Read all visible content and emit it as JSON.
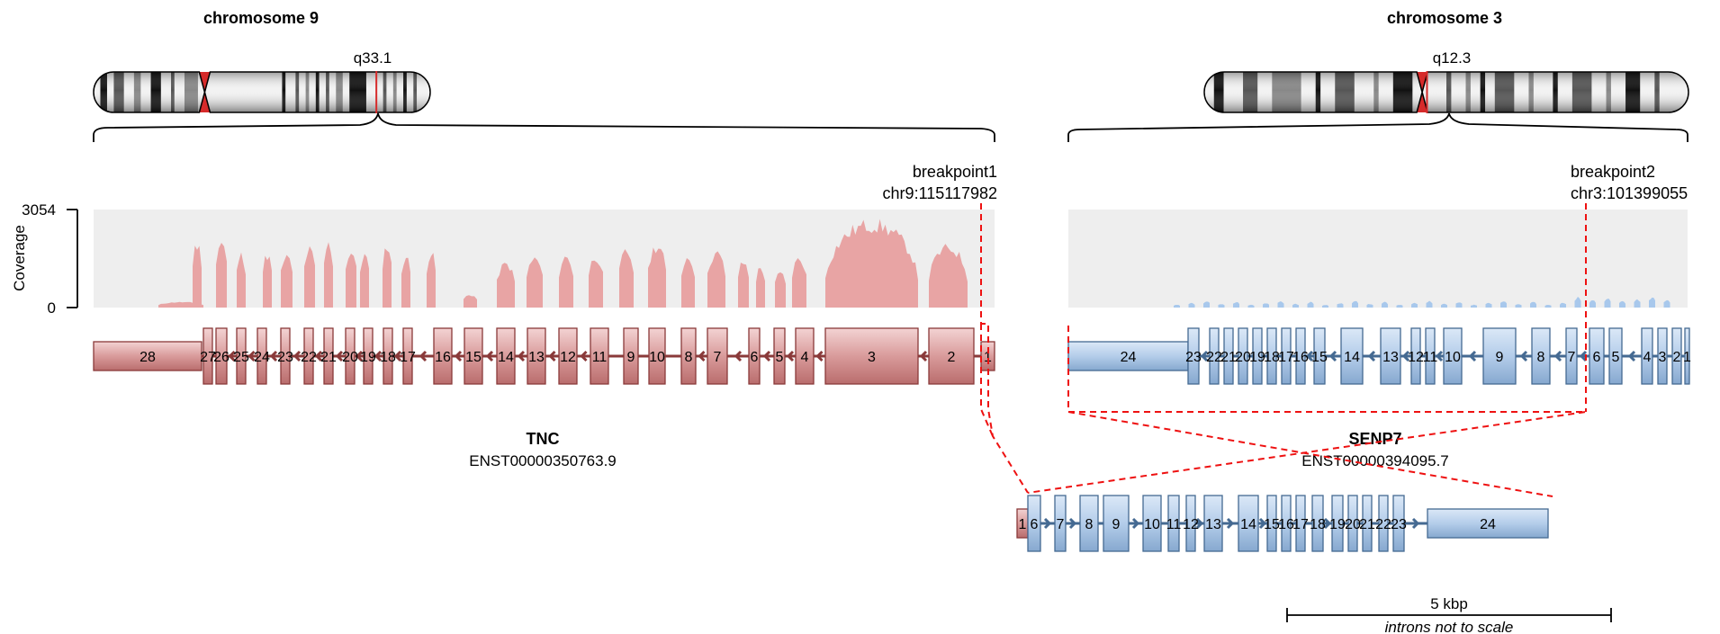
{
  "chrom_left": {
    "title": "chromosome 9",
    "band": "q33.1",
    "centromere_pos": 0.33,
    "highlight_pos": 0.84,
    "bands": [
      [
        0.02,
        0.04
      ],
      [
        0.06,
        0.09
      ],
      [
        0.12,
        0.14
      ],
      [
        0.17,
        0.2
      ],
      [
        0.23,
        0.24
      ],
      [
        0.27,
        0.31
      ],
      [
        0.56,
        0.57
      ],
      [
        0.6,
        0.61
      ],
      [
        0.63,
        0.64
      ],
      [
        0.66,
        0.67
      ],
      [
        0.69,
        0.7
      ],
      [
        0.72,
        0.74
      ],
      [
        0.76,
        0.81
      ],
      [
        0.86,
        0.87
      ],
      [
        0.89,
        0.9
      ],
      [
        0.92,
        0.93
      ],
      [
        0.95,
        0.96
      ]
    ]
  },
  "chrom_right": {
    "title": "chromosome 3",
    "band": "q12.3",
    "centromere_pos": 0.45,
    "highlight_pos": 0.46,
    "bands": [
      [
        0.02,
        0.04
      ],
      [
        0.08,
        0.11
      ],
      [
        0.14,
        0.2
      ],
      [
        0.23,
        0.24
      ],
      [
        0.27,
        0.31
      ],
      [
        0.35,
        0.36
      ],
      [
        0.39,
        0.43
      ],
      [
        0.5,
        0.51
      ],
      [
        0.54,
        0.55
      ],
      [
        0.57,
        0.58
      ],
      [
        0.6,
        0.64
      ],
      [
        0.67,
        0.68
      ],
      [
        0.72,
        0.73
      ],
      [
        0.76,
        0.8
      ],
      [
        0.83,
        0.84
      ],
      [
        0.87,
        0.9
      ],
      [
        0.93,
        0.94
      ]
    ]
  },
  "coverage": {
    "ylabel": "Coverage",
    "ymax": "3054",
    "ymin": "0",
    "left_color": "#e8a4a4",
    "right_color": "#a8c8ec",
    "panel_color": "#eeeeee"
  },
  "breakpoint1": {
    "label": "breakpoint1",
    "position": "chr9:115117982"
  },
  "breakpoint2": {
    "label": "breakpoint2",
    "position": "chr3:101399055"
  },
  "gene_left": {
    "name": "TNC",
    "transcript": "ENST00000350763.9",
    "fill": "#d69a9a",
    "stroke": "#8a3a3a",
    "exons": [
      {
        "n": "28",
        "rel": 1.0
      },
      {
        "n": "27",
        "rel": 0.14
      },
      {
        "n": "26",
        "rel": 0.14
      },
      {
        "n": "25",
        "rel": 0.14
      },
      {
        "n": "24",
        "rel": 0.14
      },
      {
        "n": "23",
        "rel": 0.14
      },
      {
        "n": "22",
        "rel": 0.14
      },
      {
        "n": "21",
        "rel": 0.14
      },
      {
        "n": "20",
        "rel": 0.14
      },
      {
        "n": "19",
        "rel": 0.14
      },
      {
        "n": "18",
        "rel": 0.14
      },
      {
        "n": "17",
        "rel": 0.2
      },
      {
        "n": "16",
        "rel": 0.2
      },
      {
        "n": "15",
        "rel": 0.2
      },
      {
        "n": "14",
        "rel": 0.2
      },
      {
        "n": "13",
        "rel": 0.2
      },
      {
        "n": "12",
        "rel": 0.2
      },
      {
        "n": "11",
        "rel": 0.2
      },
      {
        "n": "10",
        "rel": 0.2
      },
      {
        "n": "9",
        "rel": 0.14
      },
      {
        "n": "8",
        "rel": 0.14
      },
      {
        "n": "7",
        "rel": 0.2
      },
      {
        "n": "6",
        "rel": 0.14
      },
      {
        "n": "5",
        "rel": 0.14
      },
      {
        "n": "4",
        "rel": 0.2
      },
      {
        "n": "3",
        "rel": 1.0
      },
      {
        "n": "2",
        "rel": 0.38
      },
      {
        "n": "1",
        "rel": 0.14
      }
    ]
  },
  "gene_right": {
    "name": "SENP7",
    "transcript": "ENST00000394095.7",
    "fill": "#b8d2ee",
    "stroke": "#456a92",
    "exons": [
      {
        "n": "24",
        "rel": 1.0
      },
      {
        "n": "23",
        "rel": 0.14
      },
      {
        "n": "22",
        "rel": 0.14
      },
      {
        "n": "21",
        "rel": 0.14
      },
      {
        "n": "20",
        "rel": 0.14
      },
      {
        "n": "19",
        "rel": 0.14
      },
      {
        "n": "18",
        "rel": 0.14
      },
      {
        "n": "17",
        "rel": 0.14
      },
      {
        "n": "16",
        "rel": 0.14
      },
      {
        "n": "15",
        "rel": 0.14
      },
      {
        "n": "14",
        "rel": 0.2
      },
      {
        "n": "13",
        "rel": 0.2
      },
      {
        "n": "12",
        "rel": 0.14
      },
      {
        "n": "11",
        "rel": 0.14
      },
      {
        "n": "10",
        "rel": 0.14
      },
      {
        "n": "9",
        "rel": 0.3
      },
      {
        "n": "8",
        "rel": 0.14
      },
      {
        "n": "7",
        "rel": 0.14
      },
      {
        "n": "6",
        "rel": 0.14
      },
      {
        "n": "5",
        "rel": 0.14
      },
      {
        "n": "4",
        "rel": 0.14
      },
      {
        "n": "3",
        "rel": 0.14
      },
      {
        "n": "2",
        "rel": 0.14
      },
      {
        "n": "1",
        "rel": 0.06
      }
    ]
  },
  "fusion": {
    "exons_left": [
      "1"
    ],
    "exons_right": [
      "6",
      "7",
      "8",
      "9",
      "10",
      "11",
      "12",
      "13",
      "14",
      "15",
      "16",
      "17",
      "18",
      "19",
      "20",
      "21",
      "22",
      "23",
      "24"
    ]
  },
  "scale": {
    "label": "5 kbp",
    "note": "introns not to scale"
  }
}
